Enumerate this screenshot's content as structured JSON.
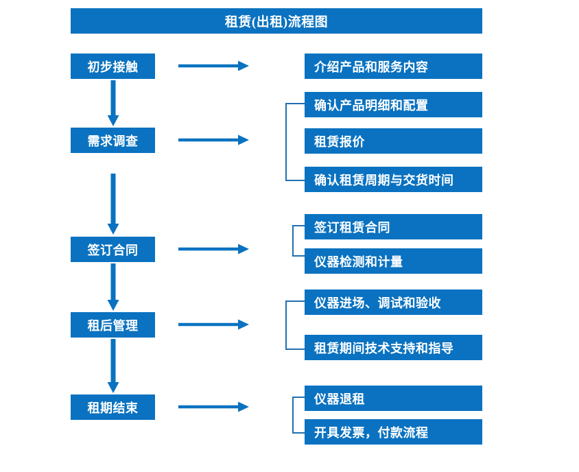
{
  "diagram": {
    "title": "租赁(出租)流程图",
    "accent_color": "#0A72C0",
    "text_color": "#FFFFFF",
    "background_color": "#FFFFFF",
    "type": "flowchart"
  },
  "stages": [
    {
      "label": "初步接触"
    },
    {
      "label": "需求调查"
    },
    {
      "label": "签订合同"
    },
    {
      "label": "租后管理"
    },
    {
      "label": "租期结束"
    }
  ],
  "details": [
    {
      "label": "介绍产品和服务内容"
    },
    {
      "label": "确认产品明细和配置"
    },
    {
      "label": "租赁报价"
    },
    {
      "label": "确认租赁周期与交货时间"
    },
    {
      "label": "签订租赁合同"
    },
    {
      "label": "仪器检测和计量"
    },
    {
      "label": "仪器进场、调试和验收"
    },
    {
      "label": "租赁期间技术支持和指导"
    },
    {
      "label": "仪器退租"
    },
    {
      "label": "开具发票，付款流程"
    }
  ]
}
